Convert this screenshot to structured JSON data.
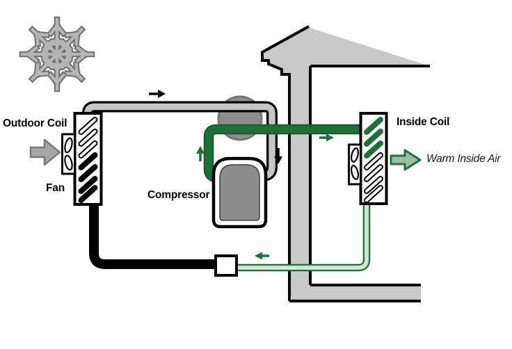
{
  "labels": {
    "outdoor_coil": "Outdoor Coil",
    "fan": "Fan",
    "compressor": "Compressor",
    "inside_coil": "Inside Coil",
    "warm_inside_air": "Warm Inside Air"
  },
  "icons": {
    "snowflake": "snowflake-icon",
    "outdoor_fan": "fan-blades-icon",
    "inside_fan": "fan-blades-icon",
    "cold_air": "gray-right-arrow-icon",
    "warm_air": "green-right-arrow-icon",
    "flow_arrows": [
      "right-arrow-icon",
      "down-arrow-icon",
      "up-arrow-icon",
      "right-arrow-icon",
      "left-arrow-icon"
    ]
  },
  "colors": {
    "pipe_green": "#1e6f3a",
    "pipe_green_dark": "#14532d",
    "pipe_light_fill": "#d3e4d7",
    "pipe_gray_fill": "#c6c6c6",
    "structure_gray": "#c9c9c9",
    "component_gray": "#8d8d8d",
    "arrow_gray": "#a6a6a6",
    "arrow_gray_edge": "#7b7b7b",
    "warm_arrow_fill": "#9cbfa5",
    "snowflake_gray": "#b5b5b5",
    "snowflake_edge": "#6f6f6f",
    "line_black": "#000000"
  }
}
